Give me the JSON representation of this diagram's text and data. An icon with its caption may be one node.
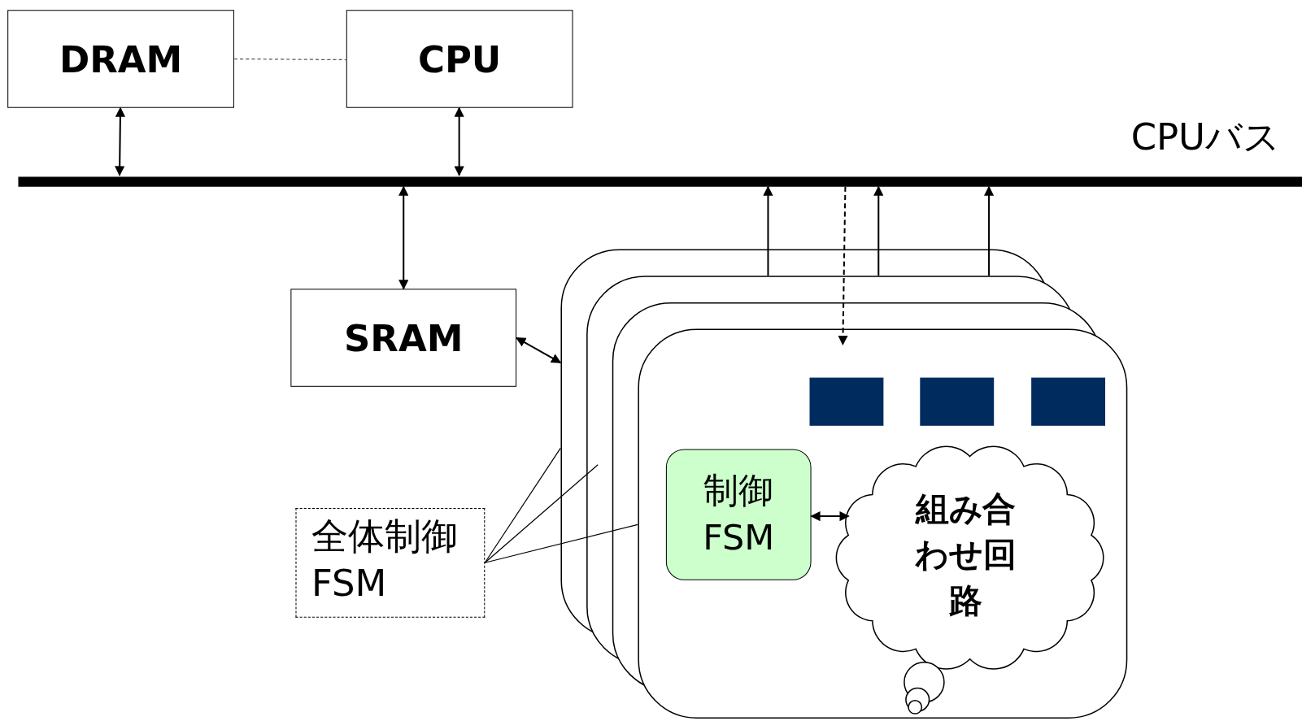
{
  "diagram": {
    "nodes": [
      {
        "text": [
          "DRAM"
        ]
      },
      {
        "text": [
          "CPU"
        ]
      },
      {
        "text": [],
        "shape": "bar",
        "beside": [
          "CPUバス"
        ]
      },
      {
        "text": [
          "SRAM"
        ]
      },
      {
        "text": [],
        "shape": "box"
      },
      {
        "text": [],
        "shape": "box",
        "in": 4
      },
      {
        "text": [],
        "shape": "box",
        "in": 4
      },
      {
        "text": [],
        "shape": "box",
        "in": 4
      },
      {
        "text": [
          "制御 FSM"
        ],
        "in": 4
      },
      {
        "text": [
          "組み合わせ回路"
        ],
        "in": 4
      },
      {
        "text": [
          "全体制御 FSM"
        ]
      }
    ],
    "edges": [
      {
        "from": 0,
        "to": 2,
        "arrow": "both"
      },
      {
        "from": 1,
        "to": 2,
        "arrow": "both"
      },
      {
        "from": 0,
        "to": 1,
        "arrow": "none",
        "style": "dashed",
        "color": "#555555"
      },
      {
        "from": 2,
        "to": 3,
        "arrow": "both"
      },
      {
        "from": 3,
        "to": 4,
        "arrow": "both"
      },
      {
        "from": 4,
        "to": 2,
        "arrow": "to"
      },
      {
        "from": 4,
        "to": 2,
        "arrow": "to"
      },
      {
        "from": 4,
        "to": 2,
        "arrow": "to"
      },
      {
        "from": 2,
        "to": 4,
        "arrow": "to",
        "style": "dashed"
      },
      {
        "from": 8,
        "to": 9,
        "arrow": "both"
      },
      {
        "from": 10,
        "to": 4,
        "arrow": "none"
      },
      {
        "from": 10,
        "to": 4,
        "arrow": "none"
      },
      {
        "from": 10,
        "to": 4,
        "arrow": "none"
      }
    ]
  }
}
